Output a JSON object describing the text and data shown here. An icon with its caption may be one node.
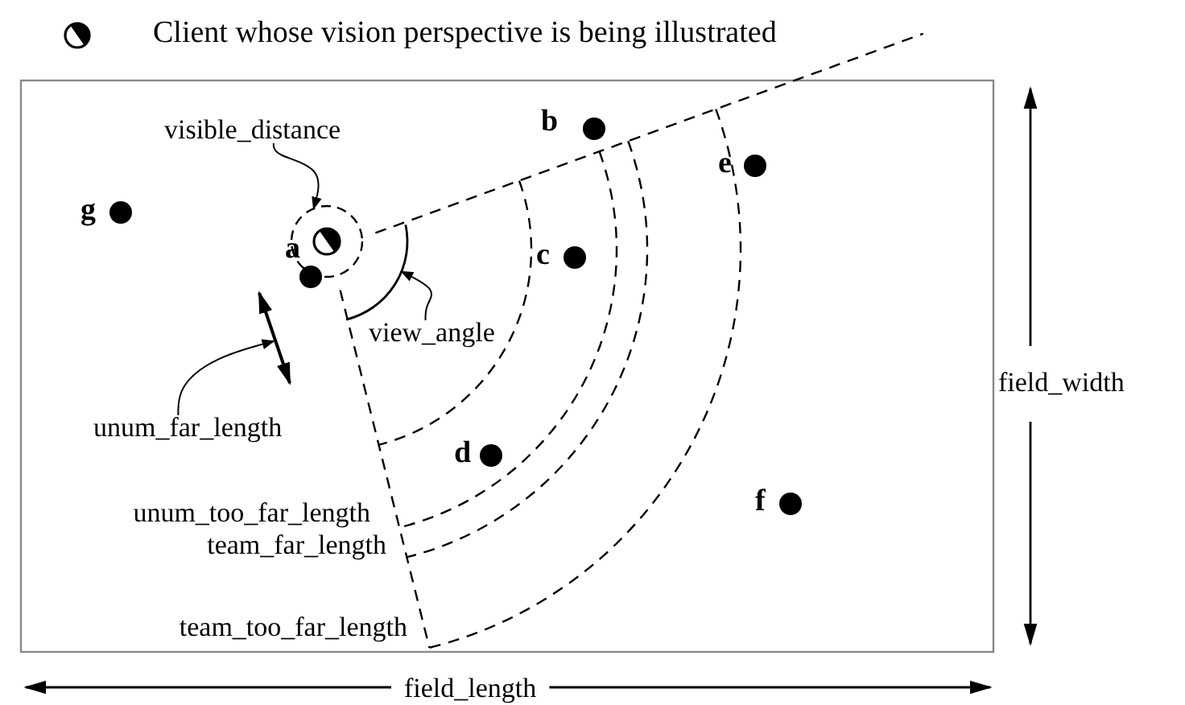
{
  "diagram": {
    "nodes": [
      {
        "text": [
          "visible_distance"
        ]
      },
      {
        "text": [],
        "shape": "circle"
      },
      {
        "text": [
          "view_angle"
        ]
      },
      {
        "text": [],
        "shape": "arc"
      },
      {
        "text": [
          "unum_far_length"
        ]
      }
    ],
    "edges": [
      {
        "from": 0,
        "to": 1,
        "arrow": "to"
      },
      {
        "from": 2,
        "to": 3,
        "arrow": "to"
      },
      {
        "from": 4,
        "to": null,
        "arrow": "to"
      }
    ],
    "labels": [
      "b",
      "e",
      "g",
      "a",
      "c",
      "field_width",
      "d",
      "f",
      "unum_too_far_length",
      "team_far_length",
      "team_too_far_length",
      "field_length"
    ],
    "legend": [
      {
        "text": "Client whose vision perspective is being illustrated"
      }
    ]
  }
}
